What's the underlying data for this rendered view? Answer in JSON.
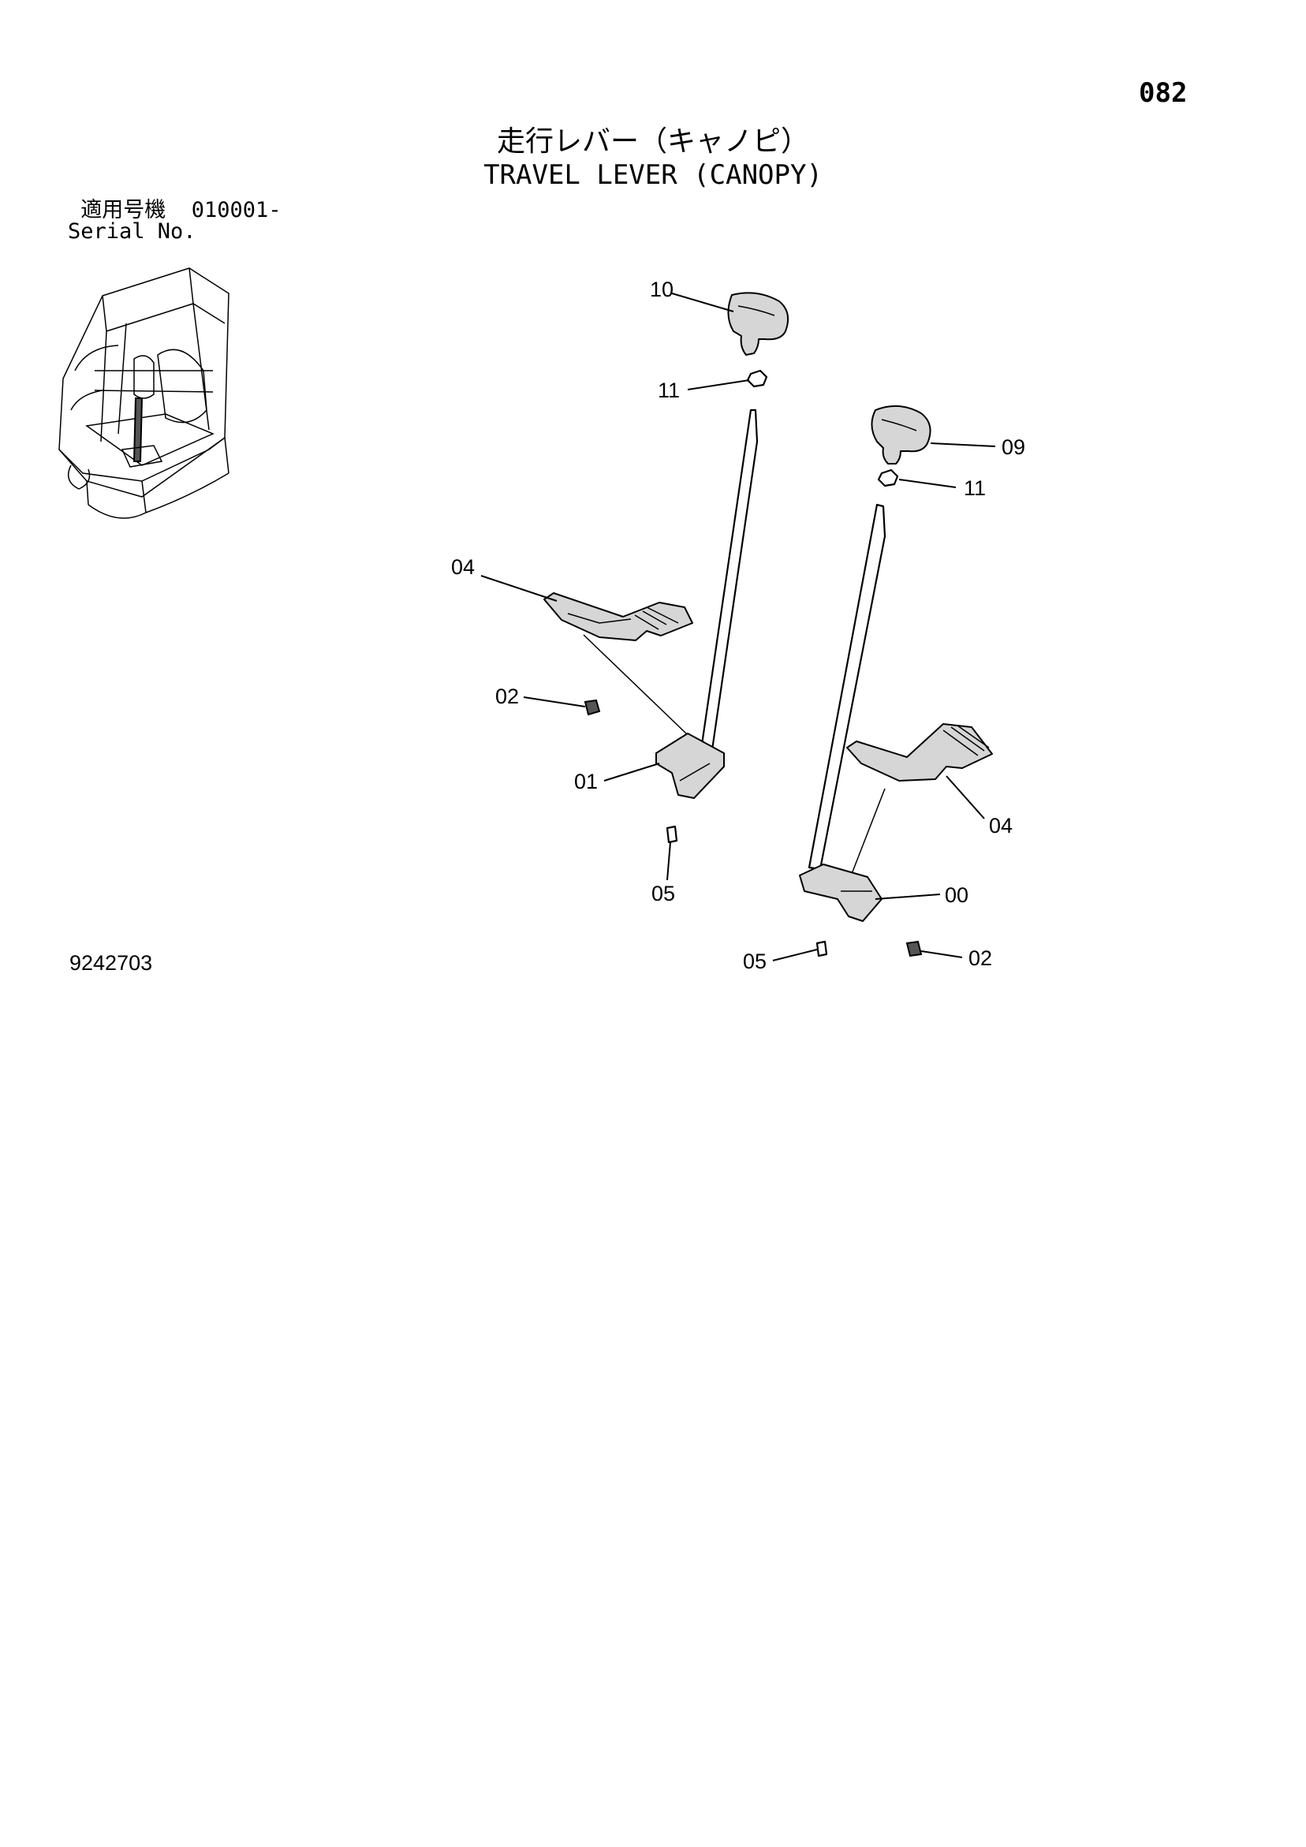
{
  "page_number": "082",
  "title": {
    "jp": "走行レバー（キャノピ）",
    "en": "TRAVEL LEVER (CANOPY)"
  },
  "serial": {
    "jp_label": "適用号機",
    "range": "010001-",
    "en_label": "Serial No."
  },
  "document_number": "9242703",
  "callouts": {
    "c10": "10",
    "c11a": "11",
    "c09": "09",
    "c11b": "11",
    "c04a": "04",
    "c02a": "02",
    "c01": "01",
    "c05a": "05",
    "c04b": "04",
    "c00": "00",
    "c05b": "05",
    "c02b": "02"
  }
}
